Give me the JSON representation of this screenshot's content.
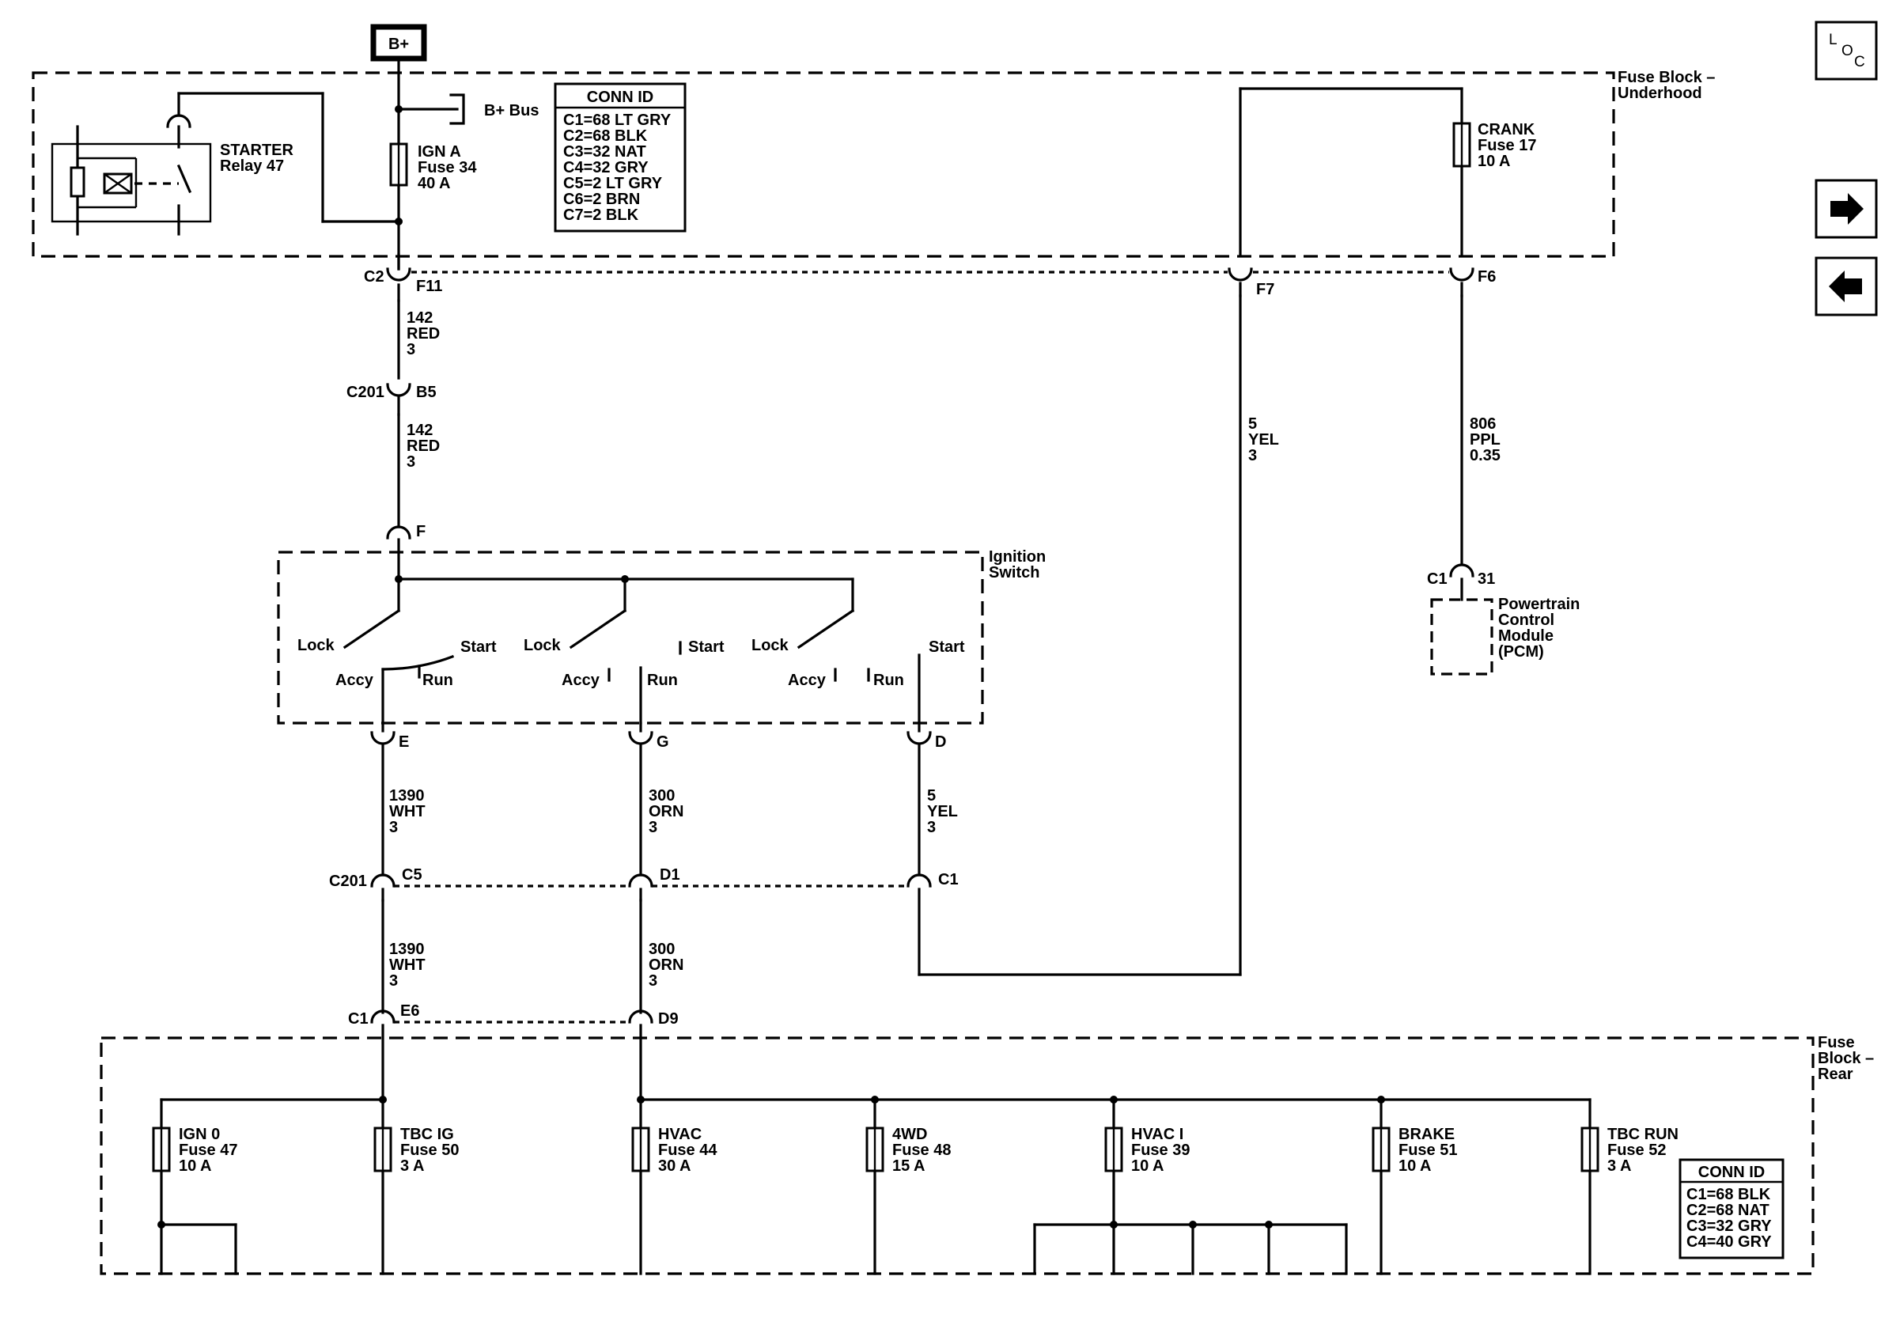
{
  "battery": "B+",
  "nav": {
    "loc_l": "L",
    "loc_o": "O",
    "loc_c": "C"
  },
  "underhood": {
    "title1": "Fuse Block –",
    "title2": "Underhood",
    "bbus": "B+ Bus",
    "relay": [
      "STARTER",
      "Relay 47"
    ],
    "fuse_ign_a": [
      "IGN A",
      "Fuse 34",
      "40 A"
    ],
    "fuse_crank": [
      "CRANK",
      "Fuse 17",
      "10 A"
    ],
    "conn_id": {
      "title": "CONN ID",
      "rows": [
        "C1=68 LT GRY",
        "C2=68 BLK",
        "C3=32 NAT",
        "C4=32 GRY",
        "C5=2 LT GRY",
        "C6=2 BRN",
        "C7=2 BLK"
      ]
    }
  },
  "connectors": {
    "c2": "C2",
    "f11": "F11",
    "f7": "F7",
    "f6": "F6",
    "c201": "C201",
    "b5": "B5",
    "f": "F",
    "e": "E",
    "g": "G",
    "d": "D",
    "c5": "C5",
    "d1": "D1",
    "c1": "C1",
    "e6": "E6",
    "d9": "D9",
    "pcm_c1": "C1",
    "pcm_31": "31"
  },
  "wires": {
    "w142a": [
      "142",
      "RED",
      "3"
    ],
    "w142b": [
      "142",
      "RED",
      "3"
    ],
    "w5a": [
      "5",
      "YEL",
      "3"
    ],
    "w806": [
      "806",
      "PPL",
      "0.35"
    ],
    "w1390a": [
      "1390",
      "WHT",
      "3"
    ],
    "w300a": [
      "300",
      "ORN",
      "3"
    ],
    "w5b": [
      "5",
      "YEL",
      "3"
    ],
    "w1390b": [
      "1390",
      "WHT",
      "3"
    ],
    "w300b": [
      "300",
      "ORN",
      "3"
    ]
  },
  "ignition": {
    "title": [
      "Ignition",
      "Switch"
    ],
    "lock": "Lock",
    "start": "Start",
    "accy": "Accy",
    "run": "Run"
  },
  "pcm": [
    "Powertrain",
    "Control",
    "Module",
    "(PCM)"
  ],
  "rear": {
    "title": [
      "Fuse",
      "Block –",
      "Rear"
    ],
    "fuses": [
      [
        "IGN 0",
        "Fuse 47",
        "10 A"
      ],
      [
        "TBC IG",
        "Fuse 50",
        "3 A"
      ],
      [
        "HVAC",
        "Fuse 44",
        "30 A"
      ],
      [
        "4WD",
        "Fuse 48",
        "15 A"
      ],
      [
        "HVAC I",
        "Fuse 39",
        "10 A"
      ],
      [
        "BRAKE",
        "Fuse 51",
        "10 A"
      ],
      [
        "TBC RUN",
        "Fuse 52",
        "3 A"
      ]
    ],
    "conn_id": {
      "title": "CONN ID",
      "rows": [
        "C1=68 BLK",
        "C2=68 NAT",
        "C3=32 GRY",
        "C4=40 GRY"
      ]
    }
  }
}
